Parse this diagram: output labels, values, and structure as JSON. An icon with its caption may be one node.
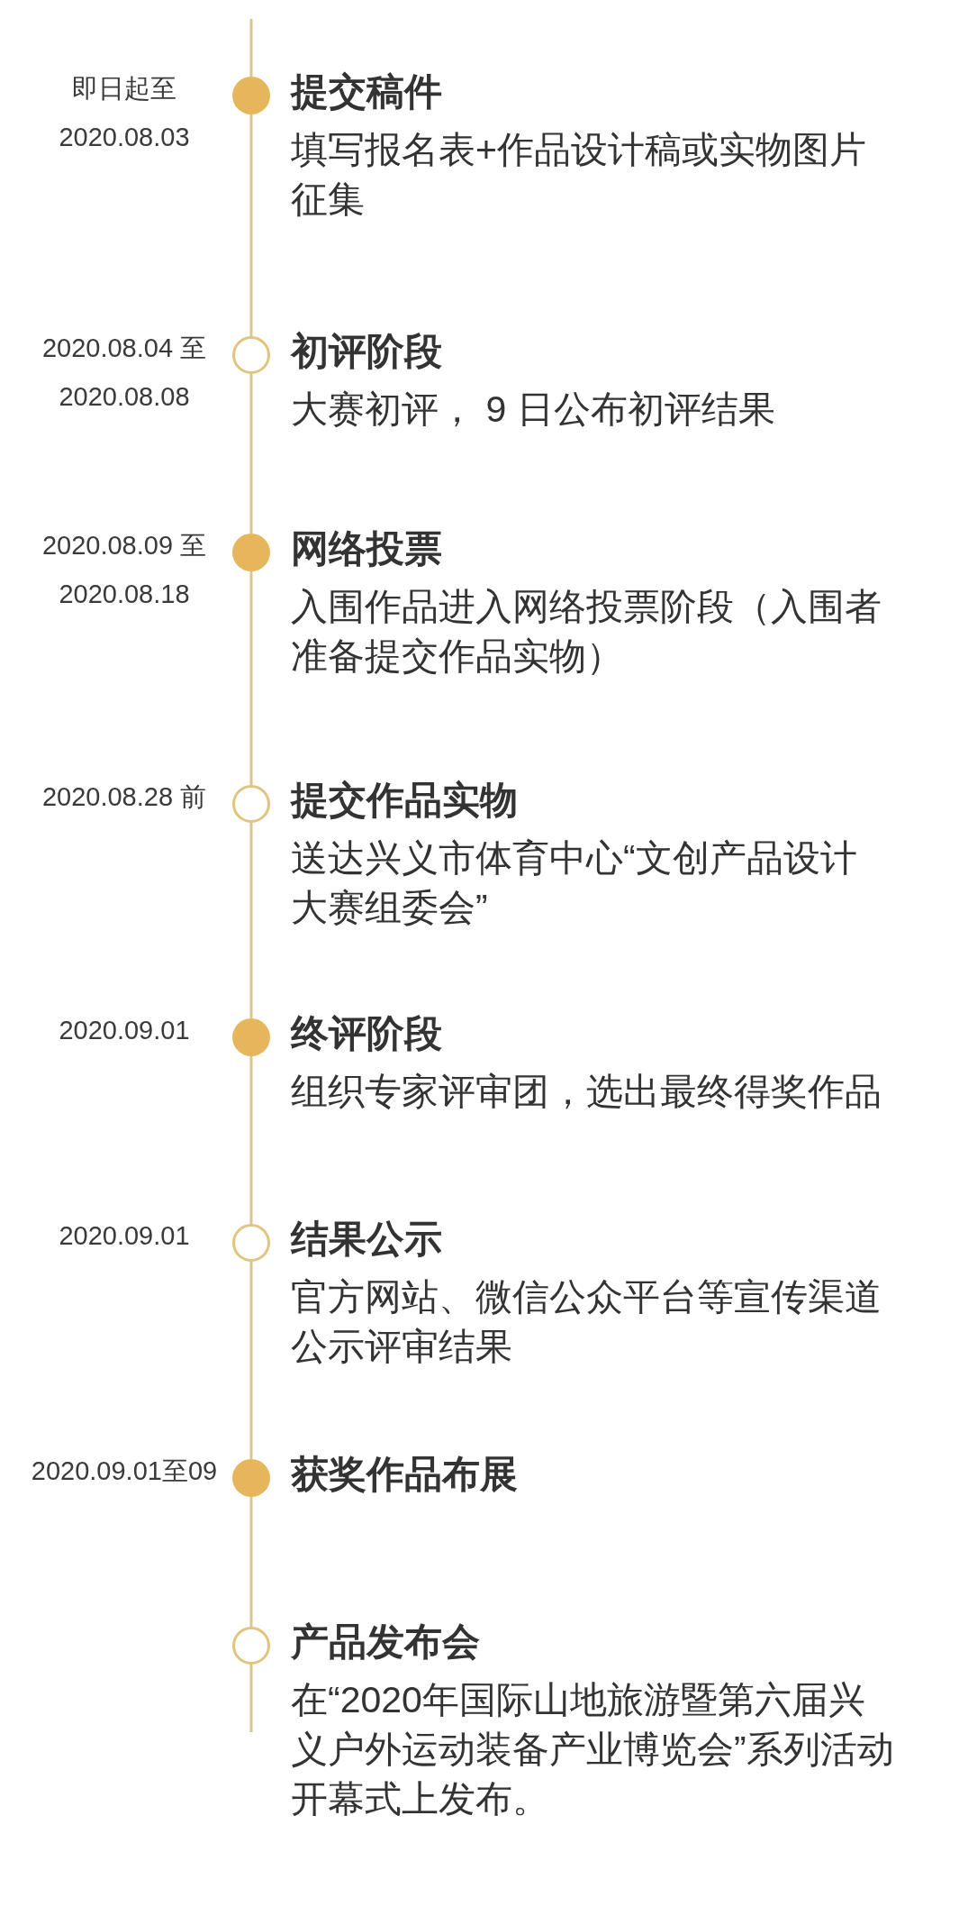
{
  "diagram": {
    "nodes": [
      {
        "text": [],
        "shape": "circle",
        "beside": [
          "即日起至2020.08.03",
          "提交稿件",
          "填写报名表+作品设计稿或实物图片征集"
        ]
      },
      {
        "text": [],
        "shape": "circle",
        "beside": [
          "2020.08.04 至2020.08.08",
          "初评阶段",
          "大赛初评， 9 日公布初评结果"
        ]
      },
      {
        "text": [],
        "shape": "circle",
        "beside": [
          "2020.08.09 至2020.08.18",
          "网络投票",
          "入围作品进入网络投票阶段（入围者准备提交作品实物）"
        ]
      },
      {
        "text": [],
        "shape": "circle",
        "beside": [
          "2020.08.28 前",
          "提交作品实物",
          "送达兴义市体育中心“文创产品设计大赛组委会”"
        ]
      },
      {
        "text": [],
        "shape": "circle",
        "beside": [
          "2020.09.01",
          "终评阶段",
          "组织专家评审团，选出最终得奖作品"
        ]
      },
      {
        "text": [],
        "shape": "circle",
        "beside": [
          "2020.09.01",
          "结果公示",
          "官方网站、微信公众平台等宣传渠道公示评审结果"
        ]
      },
      {
        "text": [],
        "shape": "circle",
        "beside": [
          "2020.09.01至09",
          "获奖作品布展"
        ]
      },
      {
        "text": [],
        "shape": "circle",
        "beside": [
          "产品发布会",
          "在“2020年国际山地旅游暨第六届兴义户外运动装备产业博览会”系列活动开幕式上发布。"
        ]
      }
    ],
    "edges": [
      {
        "from": null,
        "to": 0,
        "arrow": "none"
      },
      {
        "from": 0,
        "to": 1,
        "arrow": "none"
      },
      {
        "from": 1,
        "to": 2,
        "arrow": "none"
      },
      {
        "from": 2,
        "to": 3,
        "arrow": "none"
      },
      {
        "from": 3,
        "to": 4,
        "arrow": "none"
      },
      {
        "from": 4,
        "to": 5,
        "arrow": "none"
      },
      {
        "from": 5,
        "to": 6,
        "arrow": "none"
      },
      {
        "from": 6,
        "to": 7,
        "arrow": "none"
      },
      {
        "from": 7,
        "to": null,
        "arrow": "none"
      }
    ]
  }
}
